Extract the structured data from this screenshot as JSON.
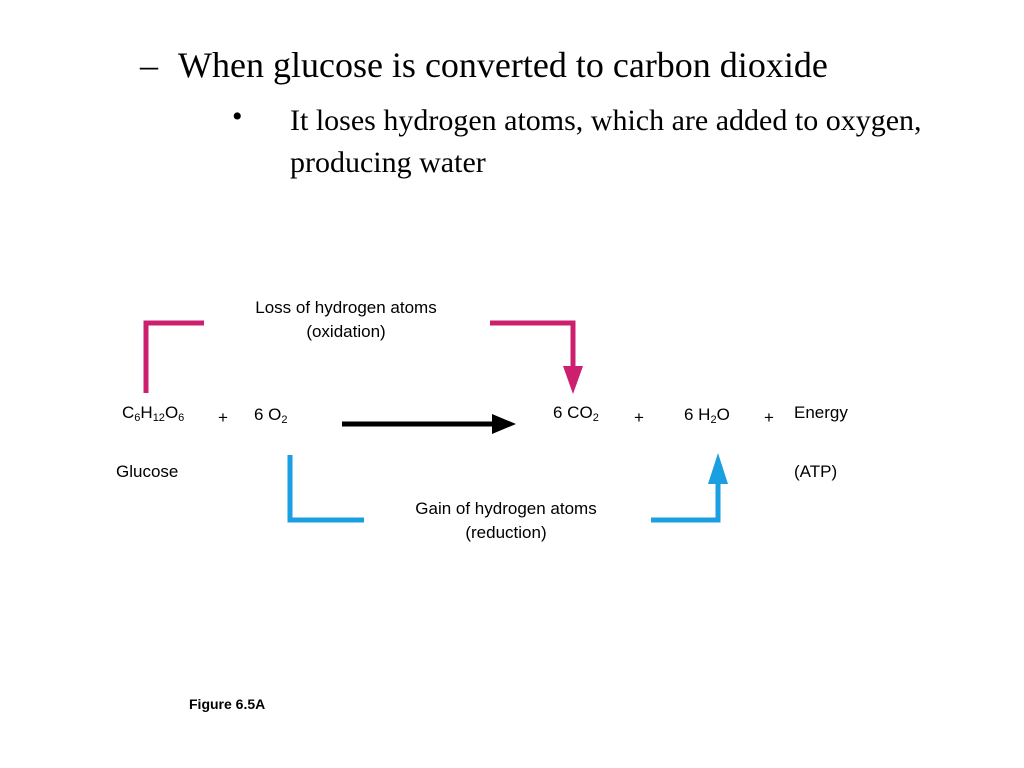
{
  "slide": {
    "dash_symbol": "–",
    "dash_text": "When glucose is converted to carbon dioxide",
    "bullet_symbol": "•",
    "bullet_text": "It loses hydrogen atoms, which are added to oxygen, producing water"
  },
  "diagram": {
    "oxidation_label": "Loss of hydrogen atoms",
    "oxidation_sub": "(oxidation)",
    "reduction_label": "Gain of hydrogen atoms",
    "reduction_sub": "(reduction)",
    "glucose_formula": {
      "c": "C",
      "c_n": "6",
      "h": "H",
      "h_n": "12",
      "o": "O",
      "o_n": "6"
    },
    "plus": "+",
    "oxygen": {
      "coef": "6 O",
      "n": "2"
    },
    "co2": {
      "coef": "6 CO",
      "n": "2"
    },
    "water": {
      "coef": "6 H",
      "n": "2",
      "tail": "O"
    },
    "energy": "Energy",
    "glucose_name": "Glucose",
    "atp": "(ATP)",
    "colors": {
      "oxidation": "#cc1f6f",
      "reduction": "#1a9fe0",
      "reaction_arrow": "#000000"
    }
  },
  "figure_caption": "Figure 6.5A"
}
